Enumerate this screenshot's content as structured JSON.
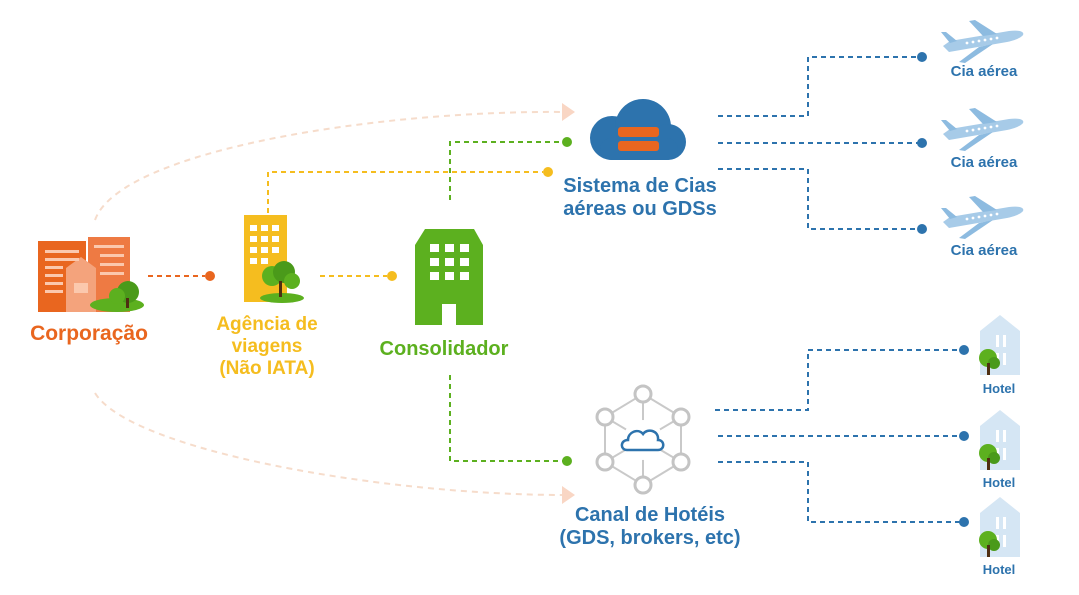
{
  "labels": {
    "corporation": "Corporação",
    "agency": [
      "Agência de",
      "viagens",
      "(Não IATA)"
    ],
    "consolidator": "Consolidador",
    "gds": [
      "Sistema de Cias",
      "aéreas ou GDSs"
    ],
    "hotel_channel": [
      "Canal de Hotéis",
      "(GDS, brokers, etc)"
    ]
  },
  "airlines": [
    "Cia aérea",
    "Cia aérea",
    "Cia aérea"
  ],
  "hotels": [
    "Hotel",
    "Hotel",
    "Hotel"
  ],
  "colors": {
    "orange": "#e9661f",
    "yellow": "#f5bd1f",
    "green": "#5cb01f",
    "blue": "#2d73ad",
    "light_blue": "#9cc6e6",
    "faint": "#f6dccb"
  },
  "icons": {
    "corporation": "buildings-icon",
    "agency": "tall-building-with-tree-icon",
    "consolidator": "green-building-icon",
    "gds": "cloud-server-icon",
    "hotel_channel": "cloud-network-icon",
    "airline": "airplane-icon",
    "hotel": "hotel-building-icon"
  }
}
